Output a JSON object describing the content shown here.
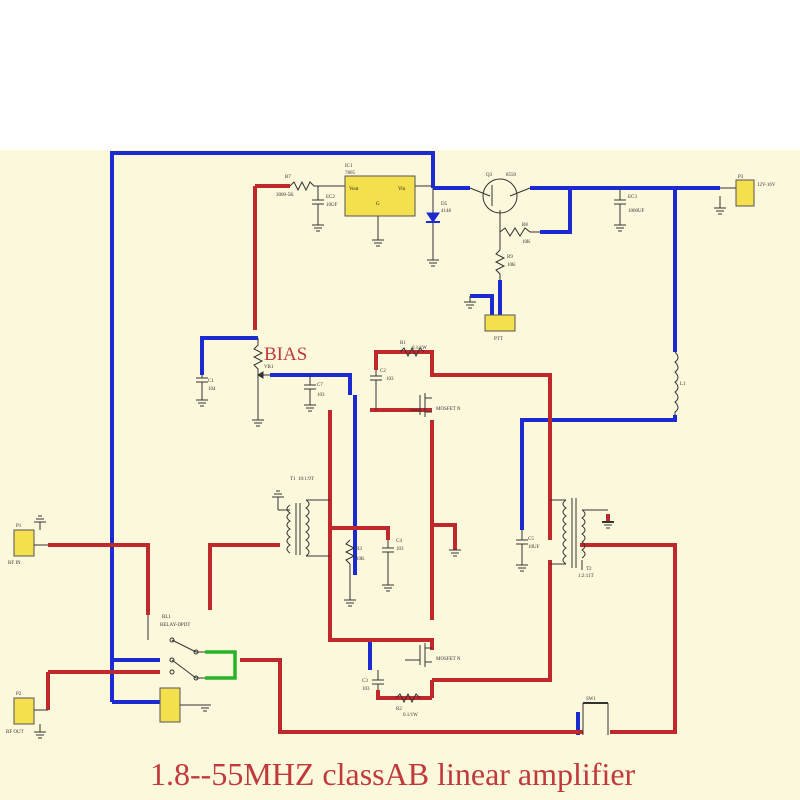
{
  "diagram": {
    "title": "1.8--55MHZ classAB  linear amplifier",
    "bias_label": "BIAS",
    "colors": {
      "background": "#fcf8dc",
      "wire_blue": "#1c2bd1",
      "wire_red": "#c0292b",
      "wire_green": "#2ab32a",
      "component": "#333333",
      "connector_fill": "#f4e04d",
      "title": "#c0393b"
    },
    "labels": {
      "r7": "R7",
      "r7_val": "3000-5K",
      "c12": "EC2",
      "c12_val": "10UF",
      "ic1": "IC1",
      "ic1_part": "7805",
      "ic1_vout": "Vout",
      "ic1_vin": "Vin",
      "ic1_gnd": "G",
      "d5": "D5",
      "d5_val": "4148",
      "q3": "Q3",
      "q3_part": "8550",
      "r8": "R8",
      "r8_val": "10K",
      "r9": "R9",
      "r9_val": "10K",
      "ptt": "PTT",
      "ec3": "EC3",
      "ec3_val": "1000UF",
      "p3": "P3",
      "p3_val": "12V-16V",
      "c1": "C1",
      "c1_val": "104",
      "vr1": "VR1",
      "c7": "C7",
      "c7_val": "103",
      "r1": "R1",
      "r1_val": "0.1/1W",
      "c2": "C2",
      "c2_val": "103",
      "mosfet_top": "MOSFET N",
      "l1": "L1",
      "t1": "T1",
      "t1_val": "10:1:9T",
      "r3": "R3",
      "r3_val": "10K",
      "c4": "C4",
      "c4_val": "103",
      "c5": "C5",
      "c5_val": "10UF",
      "t2": "T2",
      "t2_val": "1:2:11T",
      "p1": "P1",
      "p1_val": "RF IN",
      "p2": "P2",
      "p2_val": "RF OUT",
      "relay": "RL1",
      "relay_val": "RELAY-DPDT",
      "mosfet_bot": "MOSFET N",
      "c3": "C3",
      "c3_val": "103",
      "r2": "R2",
      "r2_val": "0.1/1W",
      "sw": "SW1"
    }
  }
}
